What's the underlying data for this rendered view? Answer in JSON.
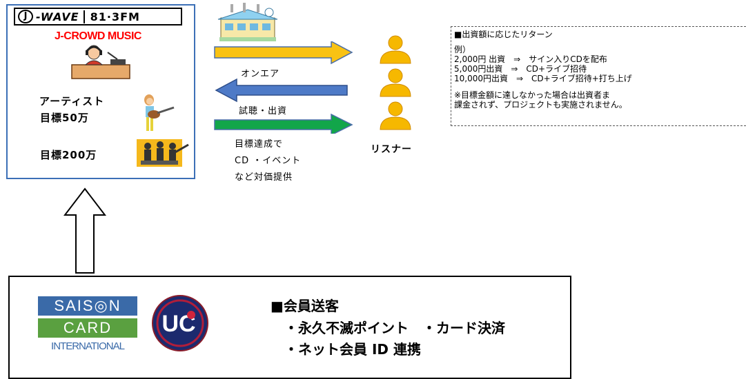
{
  "service": {
    "logo_j": "J",
    "logo_wave": "-WAVE",
    "logo_freq": "81·3FM",
    "program_title": "J-CROWD MUSIC",
    "artist_label": "アーティスト",
    "goal_1": "目標50万",
    "goal_2": "目標200万"
  },
  "flows": {
    "onair": "オンエア",
    "listen_invest": "試聴・出資",
    "reward_line1": "目標達成で",
    "reward_line2": "CD ・イベント",
    "reward_line3": "など対価提供"
  },
  "listeners": {
    "label": "リスナー"
  },
  "returns": {
    "heading": "■出資額に応じたリターン",
    "example_label": "例）",
    "rows": [
      "2,000円 出資　⇒　サイン入りCDを配布",
      "5,000円出資　⇒　CD+ライブ招待",
      "10,000円出資　⇒　CD+ライブ招待+打ち上げ"
    ],
    "note_line1": "※目標金額に達しなかった場合は出資者ま",
    "note_line2": "課金されず、プロジェクトも実施されません。"
  },
  "card": {
    "saison_line1": "SAIS◎N",
    "saison_line2": "CARD",
    "saison_line3": "INTERNATIONAL",
    "uc_text": "UC",
    "heading": "■会員送客",
    "bullet_1": "・永久不滅ポイント　・カード決済",
    "bullet_2": "・ネット会員 ID 連携"
  },
  "colors": {
    "onair_arrow": "#f9c213",
    "listen_arrow": "#4e7ac7",
    "reward_arrow": "#12a64a",
    "listener_icon": "#f6b800",
    "box_border": "#3b6fb6",
    "saison_blue": "#3a6aa8",
    "saison_green": "#5aa040",
    "uc_navy": "#1c2a6e"
  }
}
